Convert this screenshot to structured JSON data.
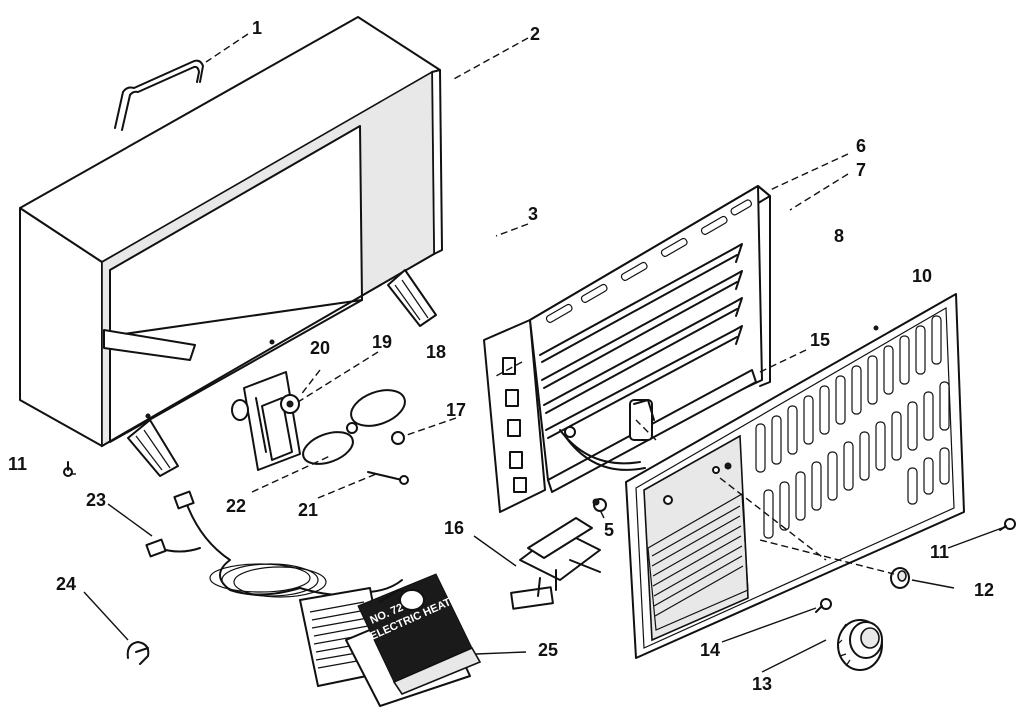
{
  "callouts": {
    "c1": "1",
    "c2": "2",
    "c3": "3",
    "c5": "5",
    "c6": "6",
    "c7": "7",
    "c8": "8",
    "c10": "10",
    "c11a": "11",
    "c11b": "11",
    "c12": "12",
    "c13": "13",
    "c14": "14",
    "c15": "15",
    "c16": "16",
    "c17": "17",
    "c18": "18",
    "c19": "19",
    "c20": "20",
    "c21": "21",
    "c22": "22",
    "c23": "23",
    "c24": "24",
    "c25": "25"
  },
  "package": {
    "line1": "NO. 72",
    "line2": "ELECTRIC HEATER"
  }
}
